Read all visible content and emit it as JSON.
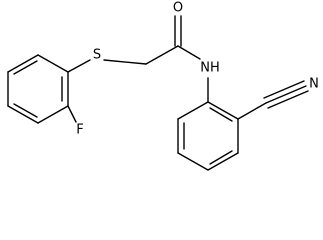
{
  "molecule": {
    "atoms": {
      "sulfur": "S",
      "oxygen": "O",
      "amide_nitrogen": "NH",
      "fluorine": "F",
      "nitrile_nitrogen": "N"
    }
  }
}
